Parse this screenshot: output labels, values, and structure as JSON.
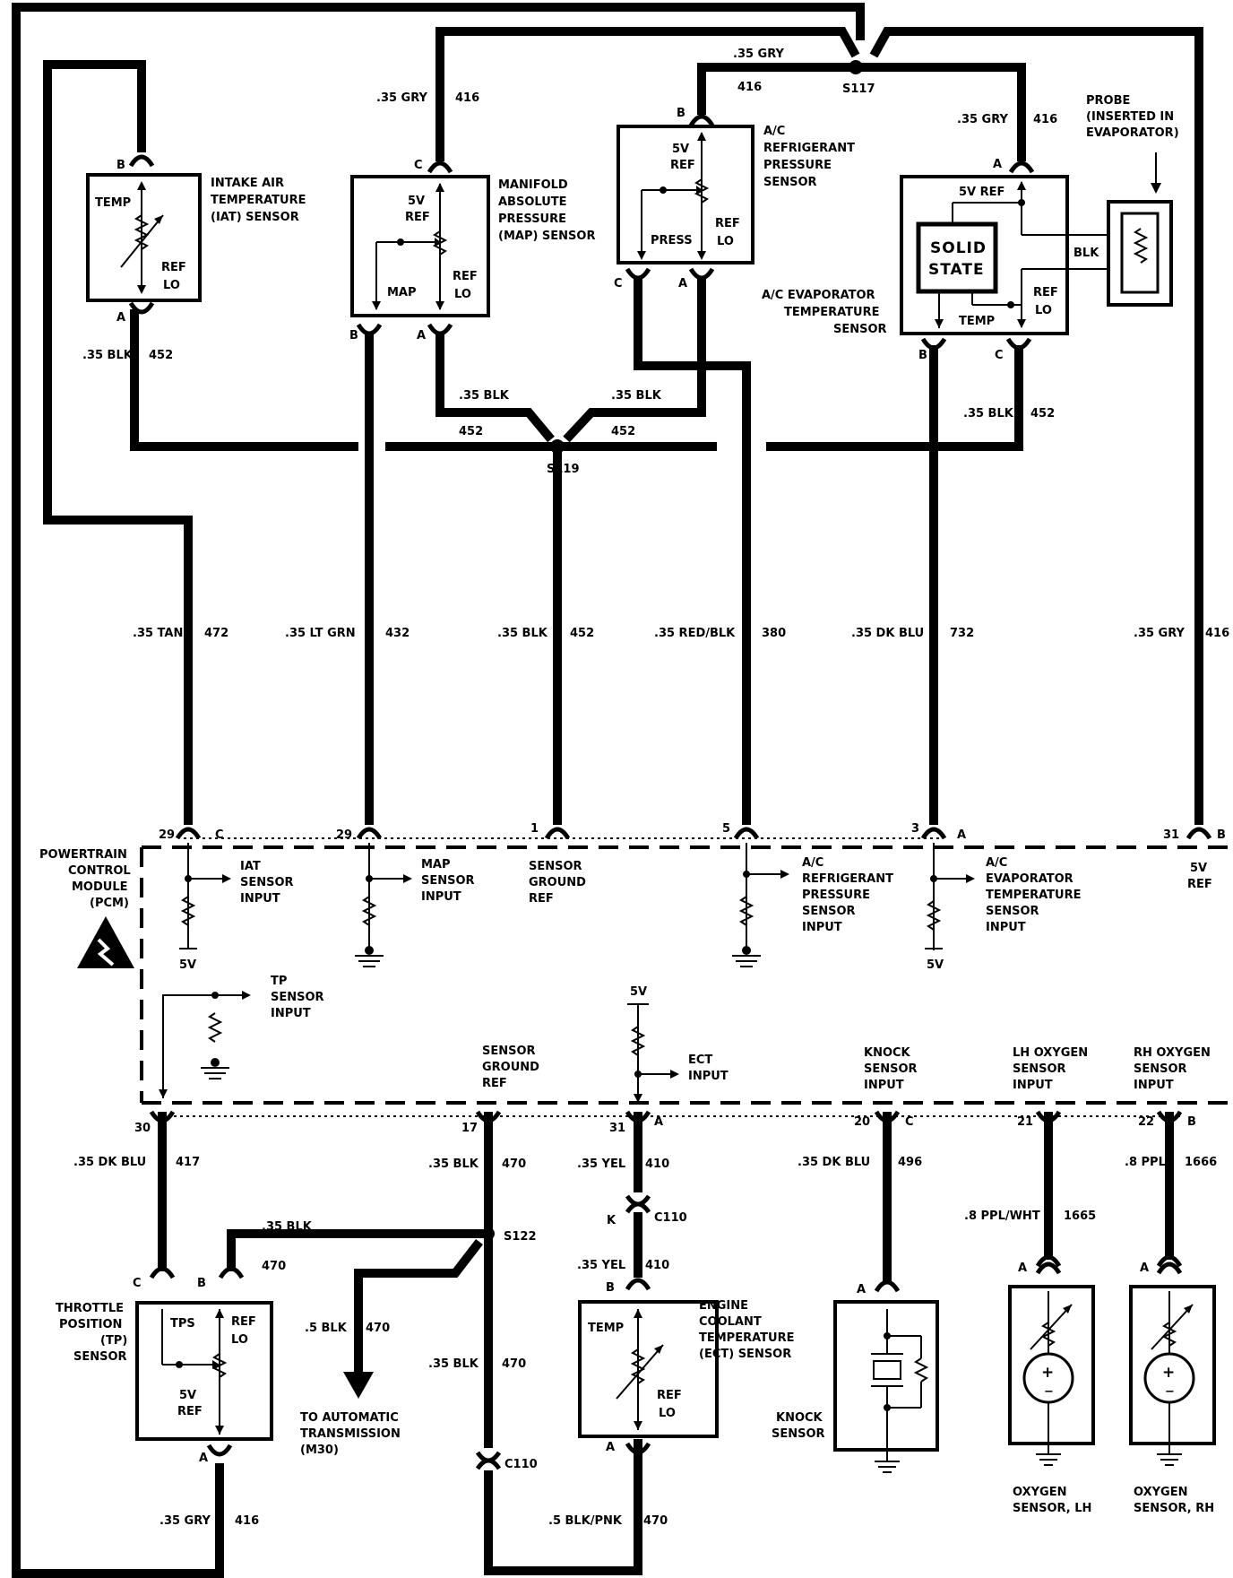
{
  "splices": [
    "S117",
    "S119",
    "S122"
  ],
  "top_components": {
    "iat": {
      "title": [
        "INTAKE AIR",
        "TEMPERATURE",
        "(IAT) SENSOR"
      ],
      "labels": [
        "TEMP",
        "REF",
        "LO"
      ],
      "pins": [
        "B",
        "A"
      ]
    },
    "map": {
      "title": [
        "MANIFOLD",
        "ABSOLUTE",
        "PRESSURE",
        "(MAP) SENSOR"
      ],
      "labels": [
        "5V",
        "REF",
        "MAP",
        "REF",
        "LO"
      ],
      "pins": [
        "C",
        "B",
        "A"
      ]
    },
    "ac_pressure": {
      "title": [
        "A/C",
        "REFRIGERANT",
        "PRESSURE",
        "SENSOR"
      ],
      "labels": [
        "5V",
        "REF",
        "PRESS",
        "REF",
        "LO"
      ],
      "pins": [
        "B",
        "C",
        "A"
      ]
    },
    "ac_evap": {
      "title": [
        "A/C EVAPORATOR",
        "TEMPERATURE",
        "SENSOR"
      ],
      "labels": [
        "5V REF",
        "SOLID",
        "STATE",
        "BLK",
        "REF",
        "LO",
        "TEMP"
      ],
      "pins": [
        "A",
        "B",
        "C"
      ]
    },
    "probe": {
      "title": [
        "PROBE",
        "(INSERTED IN",
        "EVAPORATOR)"
      ]
    }
  },
  "wire_labels": {
    "top_gry_main": [
      ".35 GRY",
      "416"
    ],
    "gry_s117": [
      ".35 GRY",
      "416"
    ],
    "gry_evap": [
      ".35 GRY",
      "416"
    ],
    "iat_blk": [
      ".35 BLK",
      "452"
    ],
    "map_blk": [
      ".35 BLK",
      "452"
    ],
    "ac_blk": [
      ".35 BLK",
      "452"
    ],
    "evap_blk": [
      ".35 BLK",
      "452"
    ],
    "mid": [
      {
        "color": ".35 TAN",
        "circuit": "472"
      },
      {
        "color": ".35 LT GRN",
        "circuit": "432"
      },
      {
        "color": ".35 BLK",
        "circuit": "452"
      },
      {
        "color": ".35 RED/BLK",
        "circuit": "380"
      },
      {
        "color": ".35 DK BLU",
        "circuit": "732"
      },
      {
        "color": ".35 GRY",
        "circuit": "416"
      }
    ]
  },
  "pcm": {
    "title": [
      "POWERTRAIN",
      "CONTROL",
      "MODULE",
      "(PCM)"
    ],
    "top_pins": [
      {
        "num": "29",
        "letter": "C"
      },
      {
        "num": "29",
        "letter": ""
      },
      {
        "num": "1",
        "letter": ""
      },
      {
        "num": "5",
        "letter": ""
      },
      {
        "num": "3",
        "letter": "A"
      },
      {
        "num": "31",
        "letter": "B"
      }
    ],
    "top_inputs": [
      [
        "IAT",
        "SENSOR",
        "INPUT"
      ],
      [
        "MAP",
        "SENSOR",
        "INPUT"
      ],
      [
        "SENSOR",
        "GROUND",
        "REF"
      ],
      [
        "A/C",
        "REFRIGERANT",
        "PRESSURE",
        "SENSOR",
        "INPUT"
      ],
      [
        "A/C",
        "EVAPORATOR",
        "TEMPERATURE",
        "SENSOR",
        "INPUT"
      ],
      [
        "5V",
        "REF"
      ]
    ],
    "five_v": "5V",
    "tp_input": [
      "TP",
      "SENSOR",
      "INPUT"
    ],
    "bottom_inputs": [
      [
        "SENSOR",
        "GROUND",
        "REF"
      ],
      [
        "ECT",
        "INPUT"
      ],
      [
        "KNOCK",
        "SENSOR",
        "INPUT"
      ],
      [
        "LH OXYGEN",
        "SENSOR",
        "INPUT"
      ],
      [
        "RH OXYGEN",
        "SENSOR",
        "INPUT"
      ]
    ],
    "bottom_pins": [
      {
        "num": "30",
        "letter": ""
      },
      {
        "num": "17",
        "letter": ""
      },
      {
        "num": "31",
        "letter": "A"
      },
      {
        "num": "20",
        "letter": "C"
      },
      {
        "num": "21",
        "letter": ""
      },
      {
        "num": "22",
        "letter": "B"
      }
    ]
  },
  "bottom_wires": {
    "tp": [
      ".35 DK BLU",
      "417"
    ],
    "gnd": [
      ".35 BLK",
      "470"
    ],
    "ect": [
      ".35 YEL",
      "410"
    ],
    "knock": [
      ".35 DK BLU",
      "496"
    ],
    "rh": [
      ".8 PPL",
      "1666"
    ],
    "lh": [
      ".8 PPL/WHT",
      "1665"
    ],
    "s122_blk": [
      ".35 BLK",
      "470"
    ],
    "auto_trans": [
      ".5 BLK",
      "470"
    ],
    "gnd_lower": [
      ".35 BLK",
      "470"
    ],
    "ect_lower": [
      ".35 YEL",
      "410"
    ],
    "tp_gry": [
      ".35 GRY",
      "416"
    ],
    "ect_blk_pnk": [
      ".5 BLK/PNK",
      "470"
    ]
  },
  "connectors": {
    "c110": "C110",
    "k": "K",
    "b": "B"
  },
  "bottom_components": {
    "tp": {
      "title": [
        "THROTTLE",
        "POSITION",
        "(TP)",
        "SENSOR"
      ],
      "labels": [
        "TPS",
        "REF",
        "LO",
        "5V",
        "REF"
      ],
      "pins": [
        "C",
        "B",
        "A"
      ]
    },
    "ect": {
      "title": [
        "ENGINE",
        "COOLANT",
        "TEMPERATURE",
        "(ECT) SENSOR"
      ],
      "labels": [
        "TEMP",
        "REF",
        "LO"
      ],
      "pins": [
        "B",
        "A"
      ]
    },
    "knock": {
      "title": [
        "KNOCK",
        "SENSOR"
      ],
      "pins": [
        "A"
      ]
    },
    "o2_lh": {
      "title": [
        "OXYGEN",
        "SENSOR, LH"
      ],
      "pins": [
        "A"
      ]
    },
    "o2_rh": {
      "title": [
        "OXYGEN",
        "SENSOR, RH"
      ],
      "pins": [
        "A"
      ]
    },
    "auto_trans": [
      "TO AUTOMATIC",
      "TRANSMISSION",
      "(M30)"
    ]
  }
}
